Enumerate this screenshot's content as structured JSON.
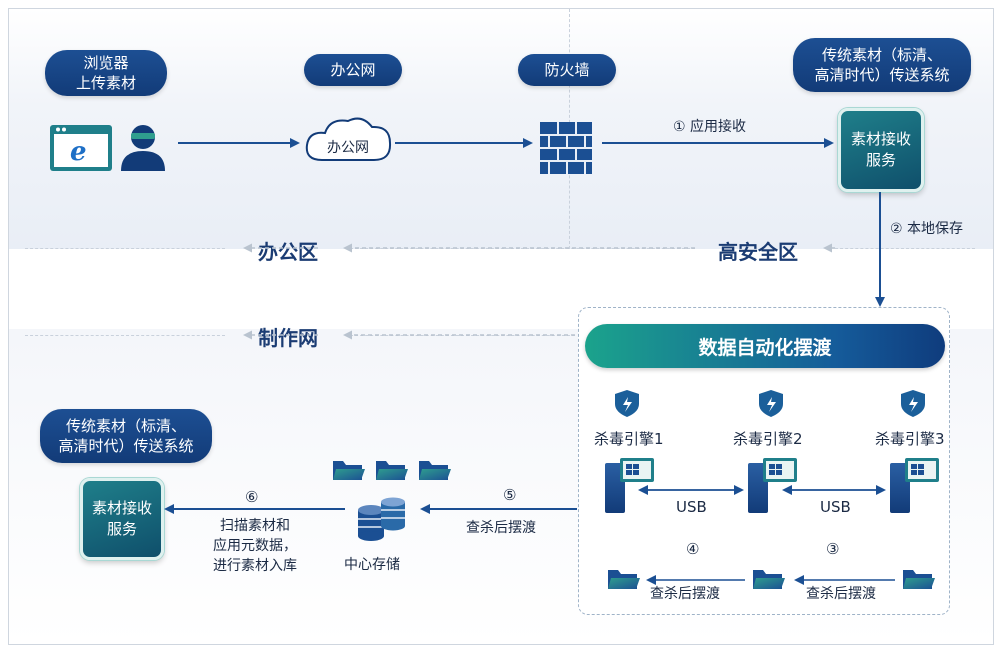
{
  "top": {
    "browser_label": "浏览器\n上传素材",
    "office_net_label": "办公网",
    "cloud_text": "办公网",
    "firewall_label": "防火墙",
    "legacy_label": "传统素材（标清、\n高清时代）传送系统",
    "svc_text": "素材接收\n服务",
    "step1": "① 应用接收",
    "step2": "② 本地保存"
  },
  "zones": {
    "office": "办公区",
    "high_security": "高安全区",
    "production": "制作网"
  },
  "automation": {
    "title": "数据自动化摆渡",
    "engines": [
      "杀毒引擎1",
      "杀毒引擎2",
      "杀毒引擎3"
    ],
    "usb": [
      "USB",
      "USB"
    ],
    "step3_num": "③",
    "step3_text": "查杀后摆渡",
    "step4_num": "④",
    "step4_text": "查杀后摆渡"
  },
  "bottom": {
    "legacy_label": "传统素材（标清、\n高清时代）传送系统",
    "svc_text": "素材接收\n服务",
    "step5_num": "⑤",
    "step5_text": "查杀后摆渡",
    "step6_num": "⑥",
    "step6_text": "扫描素材和\n应用元数据，\n进行素材入库",
    "storage_label": "中心存储"
  },
  "colors": {
    "navy": "#123b78",
    "teal": "#1f7f8a",
    "arrow": "#1b4f93"
  }
}
